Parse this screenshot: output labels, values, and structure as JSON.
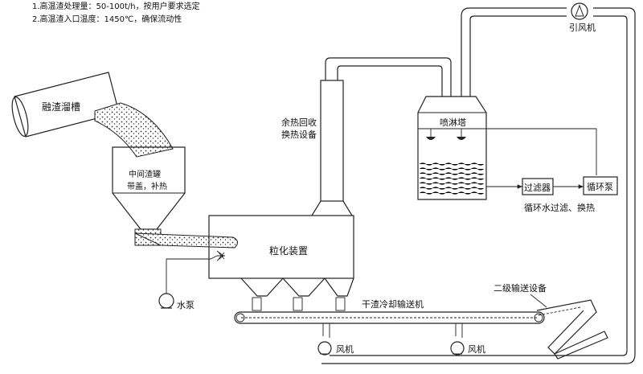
{
  "notes": [
    "1.高温渣处理量：50-100t/h，按用户要求选定",
    "2.高温渣入口温度：1450℃，确保流动性"
  ],
  "labels": {
    "slag_trough": "融渣溜槽",
    "tundish_line1": "中间渣罐",
    "tundish_line2": "带盖，补热",
    "granulator": "粒化装置",
    "water_pump": "水泵",
    "heat_recovery_line1": "余热回收",
    "heat_recovery_line2": "换热设备",
    "spray_tower": "喷淋塔",
    "filter": "过滤器",
    "circ_pump": "循环泵",
    "water_loop": "循环水过滤、换热",
    "induced_fan": "引风机",
    "dry_conveyor": "干渣冷却输送机",
    "secondary_conveyor": "二级输送设备",
    "fan_left": "风机",
    "fan_right": "风机"
  }
}
